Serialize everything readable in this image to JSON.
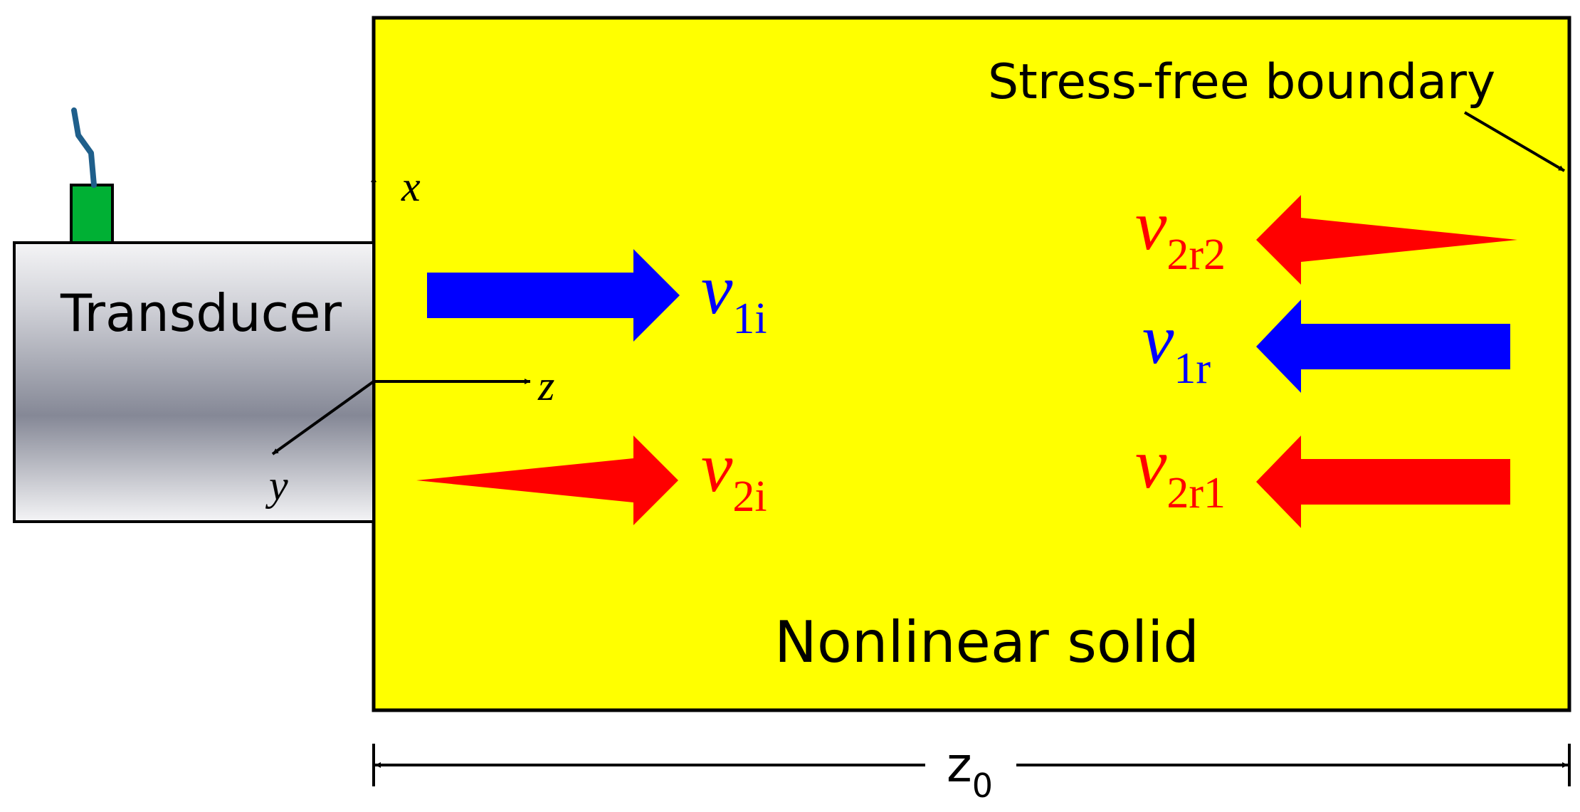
{
  "labels": {
    "transducer": "Transducer",
    "stress_free": "Stress-free boundary",
    "nonlinear_solid": "Nonlinear solid",
    "axis_x": "x",
    "axis_y": "y",
    "axis_z": "z",
    "dimension_main": "z",
    "dimension_sub": "0"
  },
  "waves": {
    "v1i": {
      "main": "v",
      "sub": "1i"
    },
    "v2i": {
      "main": "v",
      "sub": "2i"
    },
    "v2r2": {
      "main": "v",
      "sub": "2r2"
    },
    "v1r": {
      "main": "v",
      "sub": "1r"
    },
    "v2r1": {
      "main": "v",
      "sub": "2r1"
    }
  },
  "colors": {
    "solid_fill": "#FFFF00",
    "fundamental_wave": "#0000FF",
    "second_harmonic_wave": "#FF0000",
    "cable": "#1F5F8B",
    "connector": "#00B034",
    "outline": "#000000"
  }
}
